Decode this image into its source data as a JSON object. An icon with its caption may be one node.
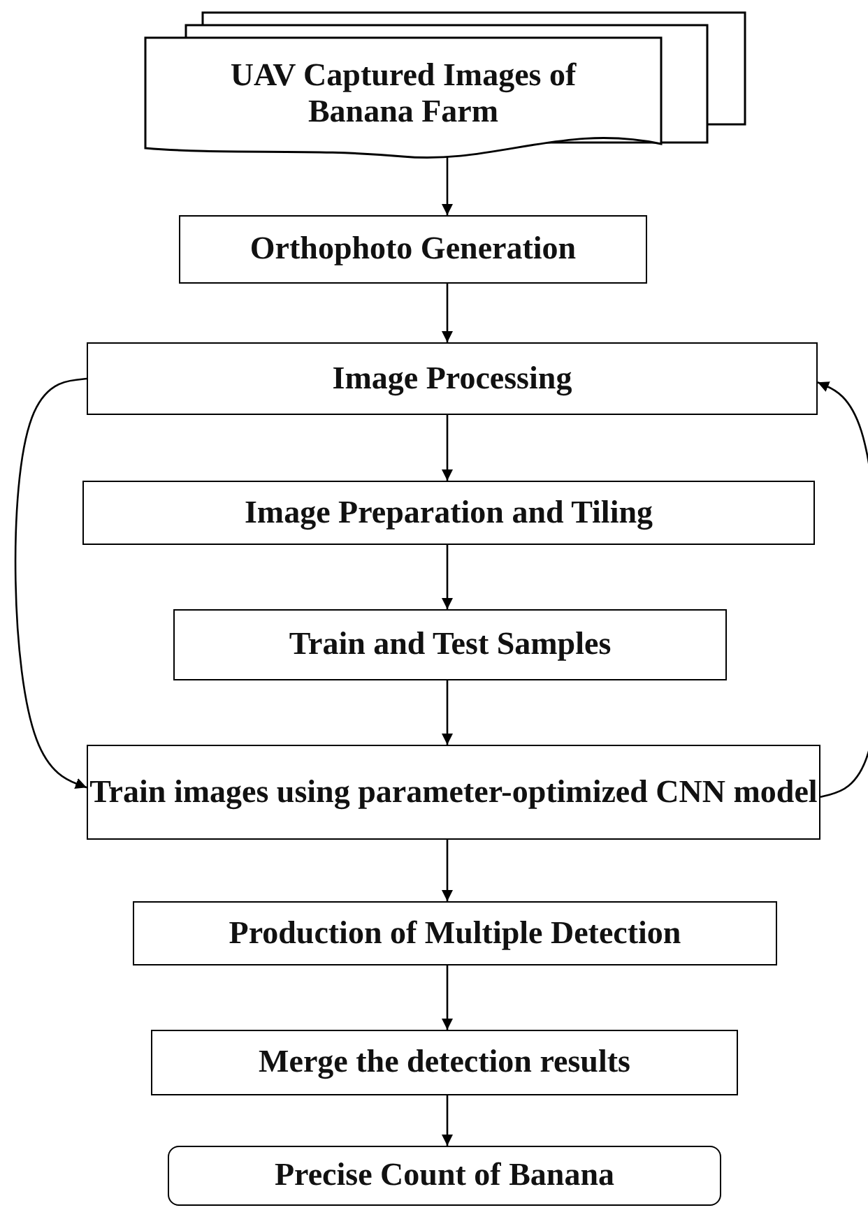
{
  "diagram": {
    "nodes": [
      {
        "text": [
          "UAV Captured Images of Banana Farm"
        ]
      },
      {
        "text": [
          "Orthophoto Generation"
        ]
      },
      {
        "text": [
          "Image Processing"
        ]
      },
      {
        "text": [
          "Image Preparation and Tiling"
        ]
      },
      {
        "text": [
          "Train and Test Samples"
        ]
      },
      {
        "text": [
          "Train images using parameter-optimized CNN model"
        ]
      },
      {
        "text": [
          "Production of Multiple Detection"
        ]
      },
      {
        "text": [
          "Merge the detection results"
        ]
      },
      {
        "text": [
          "Precise Count of Banana"
        ]
      }
    ],
    "edges": [
      {
        "from": 0,
        "to": 1,
        "arrow": "to"
      },
      {
        "from": 1,
        "to": 2,
        "arrow": "to"
      },
      {
        "from": 2,
        "to": 3,
        "arrow": "to"
      },
      {
        "from": 3,
        "to": 4,
        "arrow": "to"
      },
      {
        "from": 4,
        "to": 5,
        "arrow": "to"
      },
      {
        "from": 5,
        "to": 6,
        "arrow": "to"
      },
      {
        "from": 6,
        "to": 7,
        "arrow": "to"
      },
      {
        "from": 7,
        "to": 8,
        "arrow": "to"
      },
      {
        "from": 2,
        "to": 5,
        "arrow": "to"
      },
      {
        "from": 5,
        "to": 2,
        "arrow": "to"
      }
    ]
  }
}
